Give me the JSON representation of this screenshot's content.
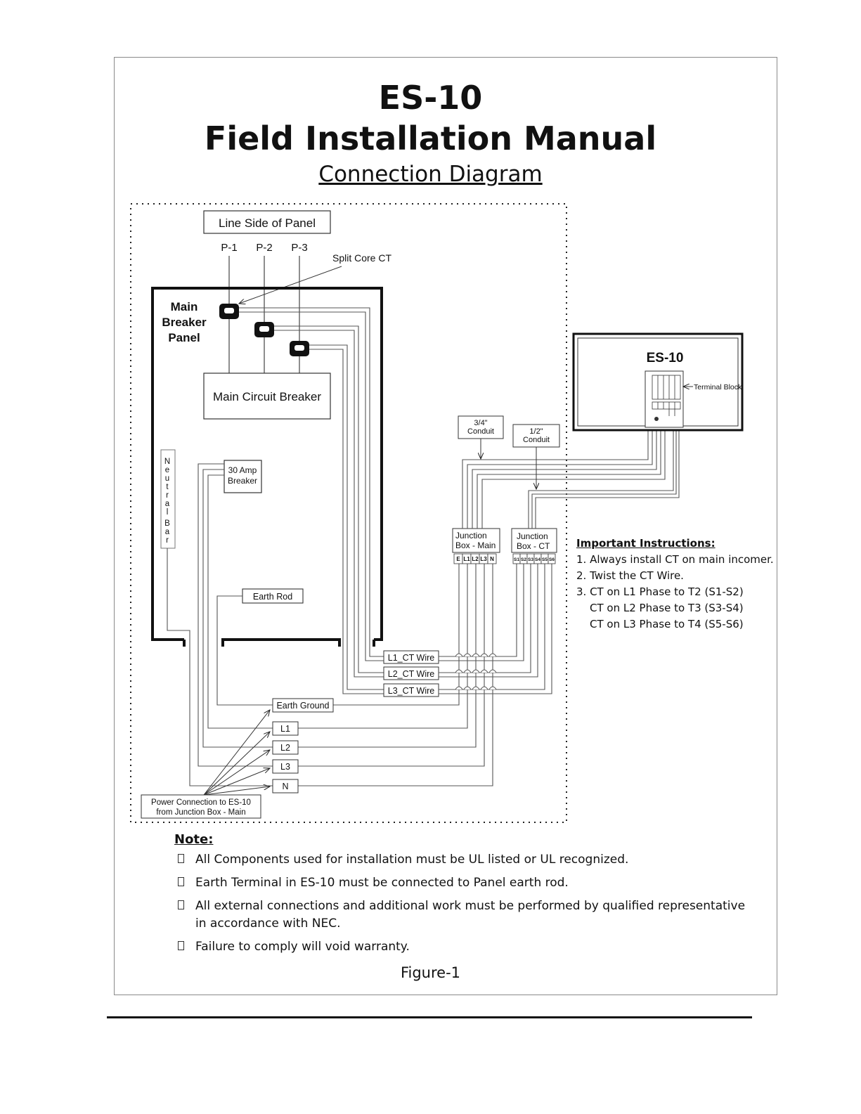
{
  "header": {
    "title": "ES-10",
    "title2": "Field Installation Manual",
    "subtitle": "Connection Diagram"
  },
  "diagram": {
    "line_side": "Line Side of Panel",
    "phases": [
      "P-1",
      "P-2",
      "P-3"
    ],
    "split_core_ct": "Split Core CT",
    "main_breaker_panel": [
      "Main",
      "Breaker",
      "Panel"
    ],
    "main_circuit_breaker": "Main Circuit Breaker",
    "neutral_bar": [
      "N",
      "e",
      "u",
      "t",
      "r",
      "a",
      "l",
      "B",
      "a",
      "r"
    ],
    "amp_breaker": [
      "30 Amp",
      "Breaker"
    ],
    "earth_rod": "Earth Rod",
    "es10_label": "ES-10",
    "terminal_block": "Terminal Block",
    "conduit_34": [
      "3/4\"",
      "Conduit"
    ],
    "conduit_12": [
      "1/2\"",
      "Conduit"
    ],
    "jb_main": [
      "Junction",
      "Box - Main"
    ],
    "jb_ct": [
      "Junction",
      "Box - CT"
    ],
    "jb_main_terms": [
      "E",
      "L1",
      "L2",
      "L3",
      "N"
    ],
    "jb_ct_terms": [
      "S1",
      "S2",
      "S3",
      "S4",
      "S5",
      "S6"
    ],
    "ct_wires": [
      "L1_CT Wire",
      "L2_CT Wire",
      "L3_CT Wire"
    ],
    "earth_ground": "Earth Ground",
    "power_lines": [
      "L1",
      "L2",
      "L3",
      "N"
    ],
    "power_connection": [
      "Power Connection to ES-10",
      "from Junction Box - Main"
    ]
  },
  "instructions": {
    "heading": "Important Instructions:",
    "items": [
      "1. Always install CT on main incomer.",
      "2. Twist the CT Wire.",
      "3. CT on L1 Phase to T2 (S1-S2)",
      "CT on L2 Phase to T3 (S3-S4)",
      "CT on L3 Phase to T4 (S5-S6)"
    ]
  },
  "notes": {
    "heading": "Note:",
    "items": [
      "All Components used for installation must be UL listed or UL recognized.",
      "Earth Terminal in ES-10 must be connected to Panel earth rod.",
      "All external connections and additional work must be performed by qualified representative in accordance with NEC.",
      "Failure to comply will void warranty."
    ]
  },
  "figure_caption": "Figure-1"
}
